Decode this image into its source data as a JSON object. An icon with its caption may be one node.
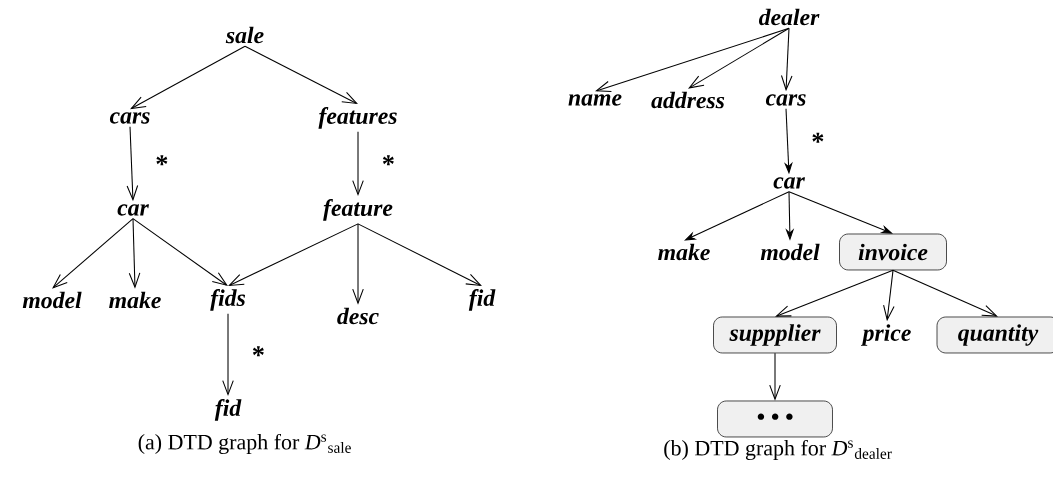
{
  "diagram": {
    "nodes": [
      {
        "text": [
          "sale"
        ]
      },
      {
        "text": [
          "cars"
        ]
      },
      {
        "text": [
          "features"
        ]
      },
      {
        "text": [
          "car"
        ]
      },
      {
        "text": [
          "feature"
        ]
      },
      {
        "text": [
          "model"
        ]
      },
      {
        "text": [
          "make"
        ]
      },
      {
        "text": [
          "fids"
        ]
      },
      {
        "text": [
          "desc"
        ]
      },
      {
        "text": [
          "fid"
        ]
      },
      {
        "text": [
          "fid"
        ]
      },
      {
        "text": [
          "dealer"
        ]
      },
      {
        "text": [
          "name"
        ]
      },
      {
        "text": [
          "address"
        ]
      },
      {
        "text": [
          "cars"
        ]
      },
      {
        "text": [
          "car"
        ]
      },
      {
        "text": [
          "make"
        ]
      },
      {
        "text": [
          "model"
        ]
      },
      {
        "text": [
          "invoice"
        ]
      },
      {
        "text": [
          "suppplier"
        ]
      },
      {
        "text": [
          "price"
        ]
      },
      {
        "text": [
          "quantity"
        ]
      },
      {
        "text": [
          "• • •"
        ]
      }
    ],
    "edges": [
      {
        "from": 0,
        "to": 1,
        "arrow": "to"
      },
      {
        "from": 0,
        "to": 2,
        "arrow": "to"
      },
      {
        "from": 1,
        "to": 3,
        "arrow": "to",
        "label": "*"
      },
      {
        "from": 2,
        "to": 4,
        "arrow": "to",
        "label": "*"
      },
      {
        "from": 3,
        "to": 5,
        "arrow": "to"
      },
      {
        "from": 3,
        "to": 6,
        "arrow": "to"
      },
      {
        "from": 3,
        "to": 7,
        "arrow": "to"
      },
      {
        "from": 4,
        "to": 7,
        "arrow": "to"
      },
      {
        "from": 4,
        "to": 8,
        "arrow": "to"
      },
      {
        "from": 4,
        "to": 9,
        "arrow": "to"
      },
      {
        "from": 7,
        "to": 10,
        "arrow": "to",
        "label": "*"
      },
      {
        "from": 11,
        "to": 12,
        "arrow": "to"
      },
      {
        "from": 11,
        "to": 13,
        "arrow": "to"
      },
      {
        "from": 11,
        "to": 14,
        "arrow": "to"
      },
      {
        "from": 14,
        "to": 15,
        "arrow": "to",
        "label": "*"
      },
      {
        "from": 15,
        "to": 16,
        "arrow": "to"
      },
      {
        "from": 15,
        "to": 17,
        "arrow": "to"
      },
      {
        "from": 15,
        "to": 18,
        "arrow": "to"
      },
      {
        "from": 18,
        "to": 19,
        "arrow": "to"
      },
      {
        "from": 18,
        "to": 20,
        "arrow": "to"
      },
      {
        "from": 18,
        "to": 21,
        "arrow": "to"
      },
      {
        "from": 19,
        "to": 22,
        "arrow": "to"
      }
    ],
    "labels": [
      "(a) DTD graph for *D*$^{s}$$_{sale}$",
      "(b) DTD graph for *D*$^{s}$$_{dealer}$"
    ]
  }
}
